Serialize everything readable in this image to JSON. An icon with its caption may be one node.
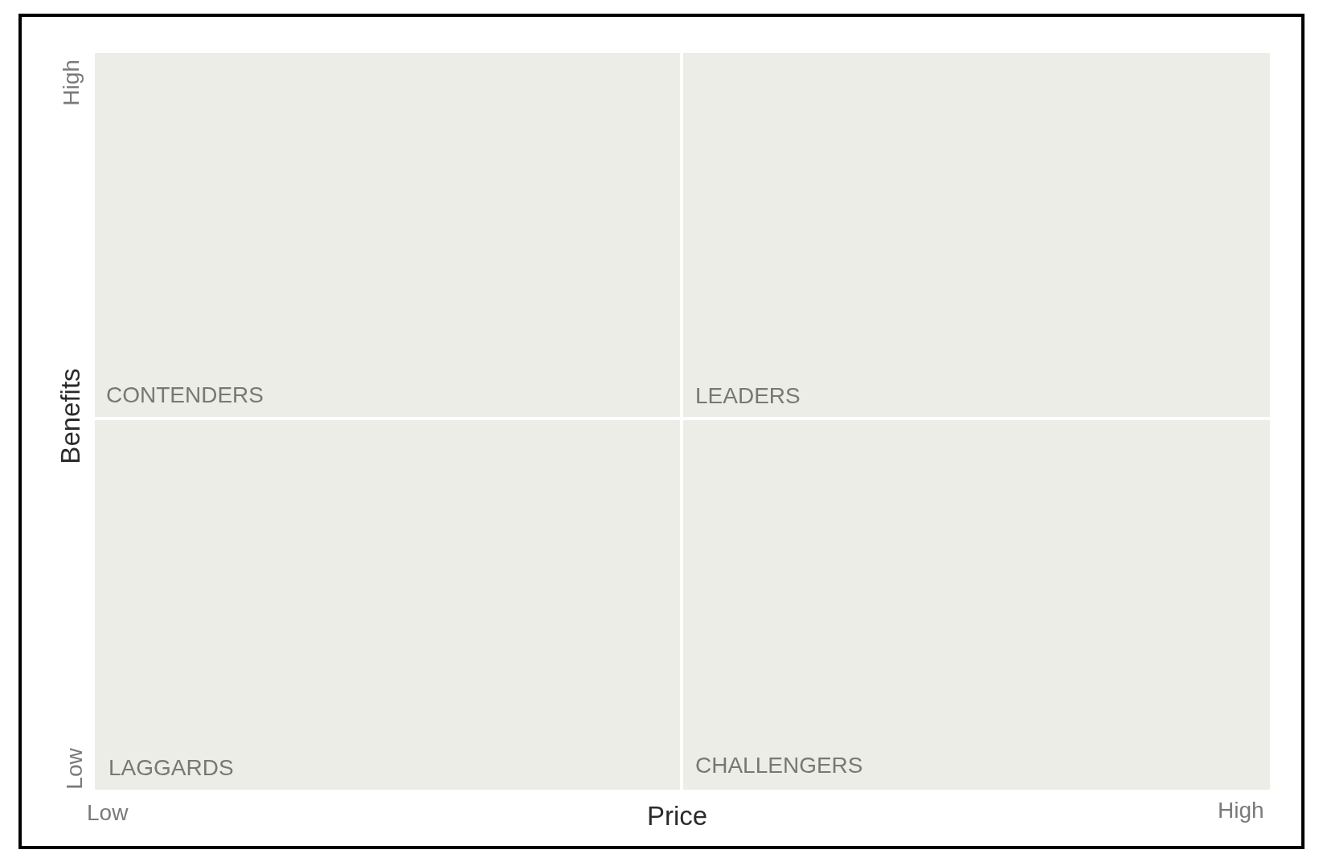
{
  "diagram": {
    "nodes": [
      {
        "text": [
          "CONTENDERS"
        ]
      },
      {
        "text": [
          "LEADERS"
        ]
      },
      {
        "text": [
          "LAGGARDS"
        ]
      },
      {
        "text": [
          "CHALLENGERS"
        ]
      }
    ],
    "labels": [
      "High",
      "Benefits",
      "Low",
      "Low",
      "Price",
      "High"
    ]
  }
}
